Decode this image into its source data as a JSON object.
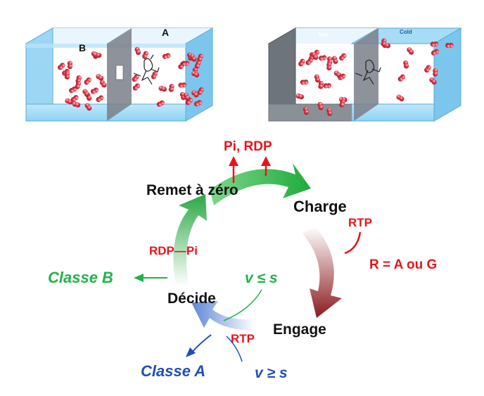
{
  "boxes": {
    "left": {
      "label_left": "B",
      "label_right": "A"
    },
    "right": {
      "label_left": "Hot",
      "label_right": "Cold"
    }
  },
  "cycle": {
    "stage_reset": "Remet à zéro",
    "stage_charge": "Charge",
    "stage_engage": "Engage",
    "stage_decide": "Décide",
    "products_top": "Pi, RDP",
    "input_rtp_right": "RTP",
    "r_definition": "R = A ou G",
    "rdp_pi": "RDP—Pi",
    "input_rtp_bottom": "RTP",
    "class_b": "Classe B",
    "class_a": "Classe A",
    "cond_le": "v ≤ s",
    "cond_ge": "v ≥ s"
  },
  "colors": {
    "box_blue": "#8fd3f4",
    "box_edge": "#5aa8d6",
    "wall_grey": "#7a7f88",
    "molecule_red": "#e23c4e",
    "red_text": "#e8141c",
    "green": "#22b14c",
    "green_light": "#7fd38e",
    "dark_red": "#8b1a1e",
    "blue_text": "#1f4fb4",
    "blue_arrow": "#6f8fd8"
  }
}
